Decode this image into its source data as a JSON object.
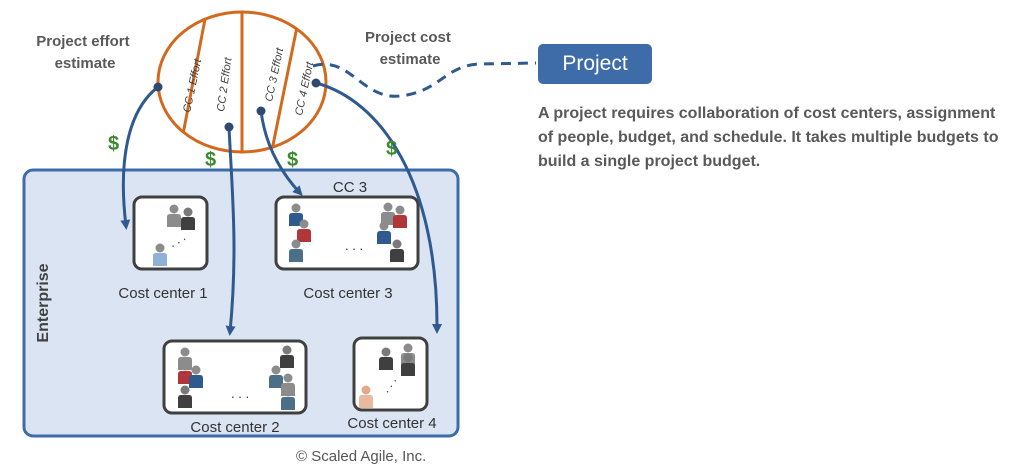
{
  "labels": {
    "effort_line1": "Project effort",
    "effort_line2": "estimate",
    "cost_line1": "Project cost",
    "cost_line2": "estimate",
    "cc1_effort": "CC 1 Effort",
    "cc2_effort": "CC 2 Effort",
    "cc3_effort": "CC 3 Effort",
    "cc4_effort": "CC 4 Effort",
    "dollar": "$",
    "cc3_title": "CC 3",
    "enterprise": "Enterprise",
    "cost_center_1": "Cost center 1",
    "cost_center_2": "Cost center 2",
    "cost_center_3": "Cost center 3",
    "cost_center_4": "Cost center 4",
    "dots": ". . ."
  },
  "project_box": {
    "label": "Project"
  },
  "description": "A project requires collaboration of cost centers, assignment of people, budget, and schedule. It takes multiple budgets to build a single project budget.",
  "copyright": "© Scaled Agile, Inc.",
  "colors": {
    "oval_stroke": "#d2691e",
    "arrow": "#2f5a8f",
    "enterprise_fill": "#dbe4f2",
    "enterprise_stroke": "#3d6ca8",
    "dollar": "#3a8a2e"
  }
}
